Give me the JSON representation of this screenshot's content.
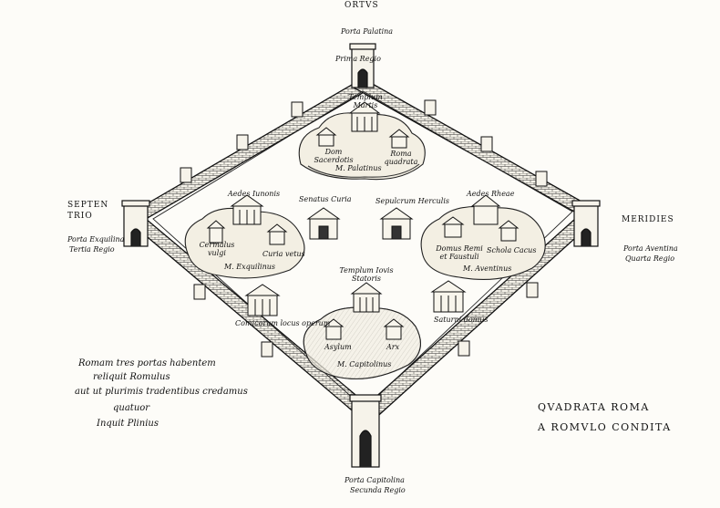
{
  "directions": {
    "east": "ORTVS",
    "north_line1": "SEPTEN",
    "north_line2": "TRIO",
    "south": "MERIDIES"
  },
  "gates": {
    "top_name": "Porta Palatina",
    "top_region": "Prima Regio",
    "left_name": "Porta Exquilina",
    "left_region": "Tertia Regio",
    "right_name": "Porta Aventina",
    "right_region": "Quarta Regio",
    "bottom_name": "Porta Capitolina",
    "bottom_region": "Secunda Regio"
  },
  "hills": {
    "palatine": {
      "building": "Templum Martis",
      "left_label": "Dom Sacerdotis",
      "right_label": "Roma quadrata",
      "hill_name": "M. Palatinus"
    },
    "esquiline": {
      "building": "Aedes Iunonis",
      "left_label": "Cermalus vulgi",
      "right_label": "Curia vetus",
      "hill_name": "M. Exquilinus"
    },
    "aventine": {
      "building": "Aedes Rheae",
      "left_label": "Domus Remi et Faustuli",
      "right_label": "Schola Cacus",
      "hill_name": "M. Aventinus"
    },
    "capitoline": {
      "building": "Templum Iovis Statoris",
      "left_label": "Asylum",
      "right_label": "Arx",
      "hill_name": "M. Capitolinus"
    }
  },
  "buildings": {
    "senate": "Senatus Curia",
    "hercules": "Sepulcrum Herculis",
    "comitium": "Comicorum locus operum",
    "saturn": "Saturni domus"
  },
  "caption": {
    "line1": "Romam tres portas habentem",
    "line2": "reliquit Romulus",
    "line3": "aut ut plurimis tradentibus credamus",
    "line4": "quatuor",
    "line5": "Inquit Plinius"
  },
  "title": {
    "line1": "QVADRATA ROMA",
    "line2": "A ROMVLO CONDITA"
  }
}
